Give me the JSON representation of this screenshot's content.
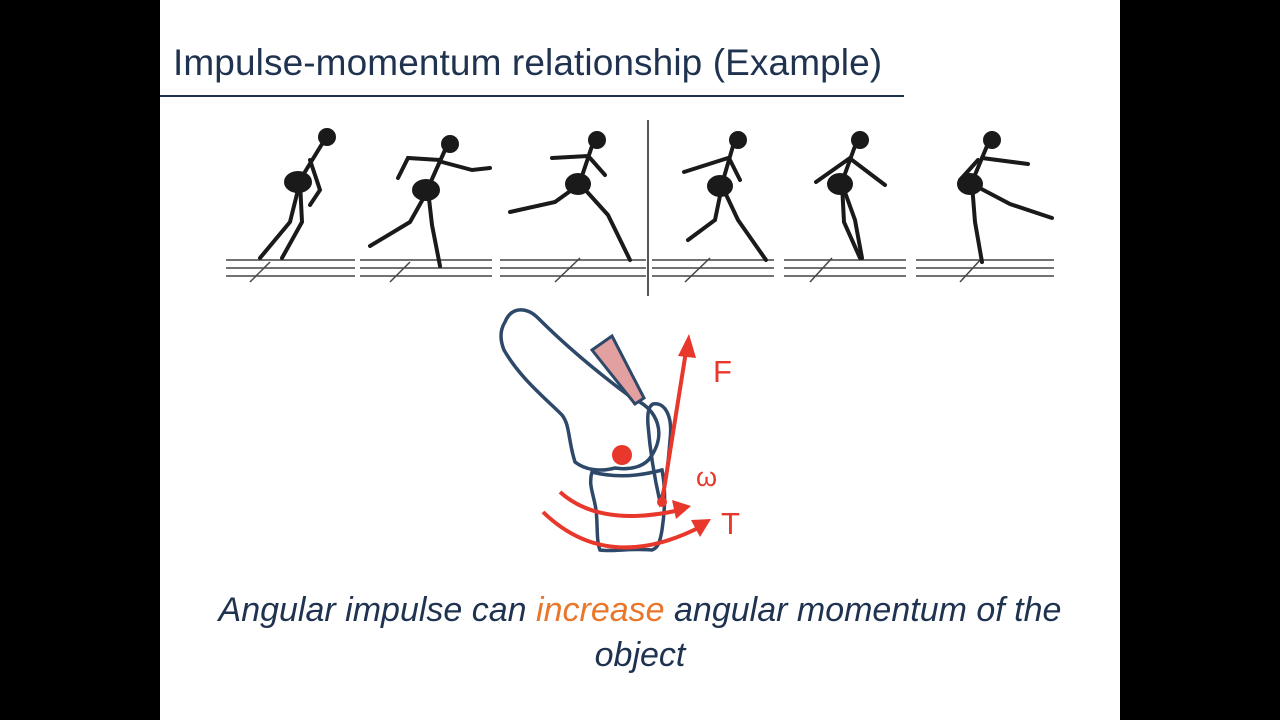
{
  "slide": {
    "title": "Impulse-momentum relationship (Example)"
  },
  "diagram": {
    "force_label": "F",
    "angular_velocity_label": "ω",
    "torque_label": "T",
    "colors": {
      "force": "#e8372b",
      "bone_outline": "#2d4868",
      "muscle": "#e3a0a0",
      "title": "#1f3350",
      "highlight": "#e8772b"
    }
  },
  "caption": {
    "before": "Angular impulse can ",
    "highlight": "increase",
    "after": " angular momentum of the object"
  }
}
